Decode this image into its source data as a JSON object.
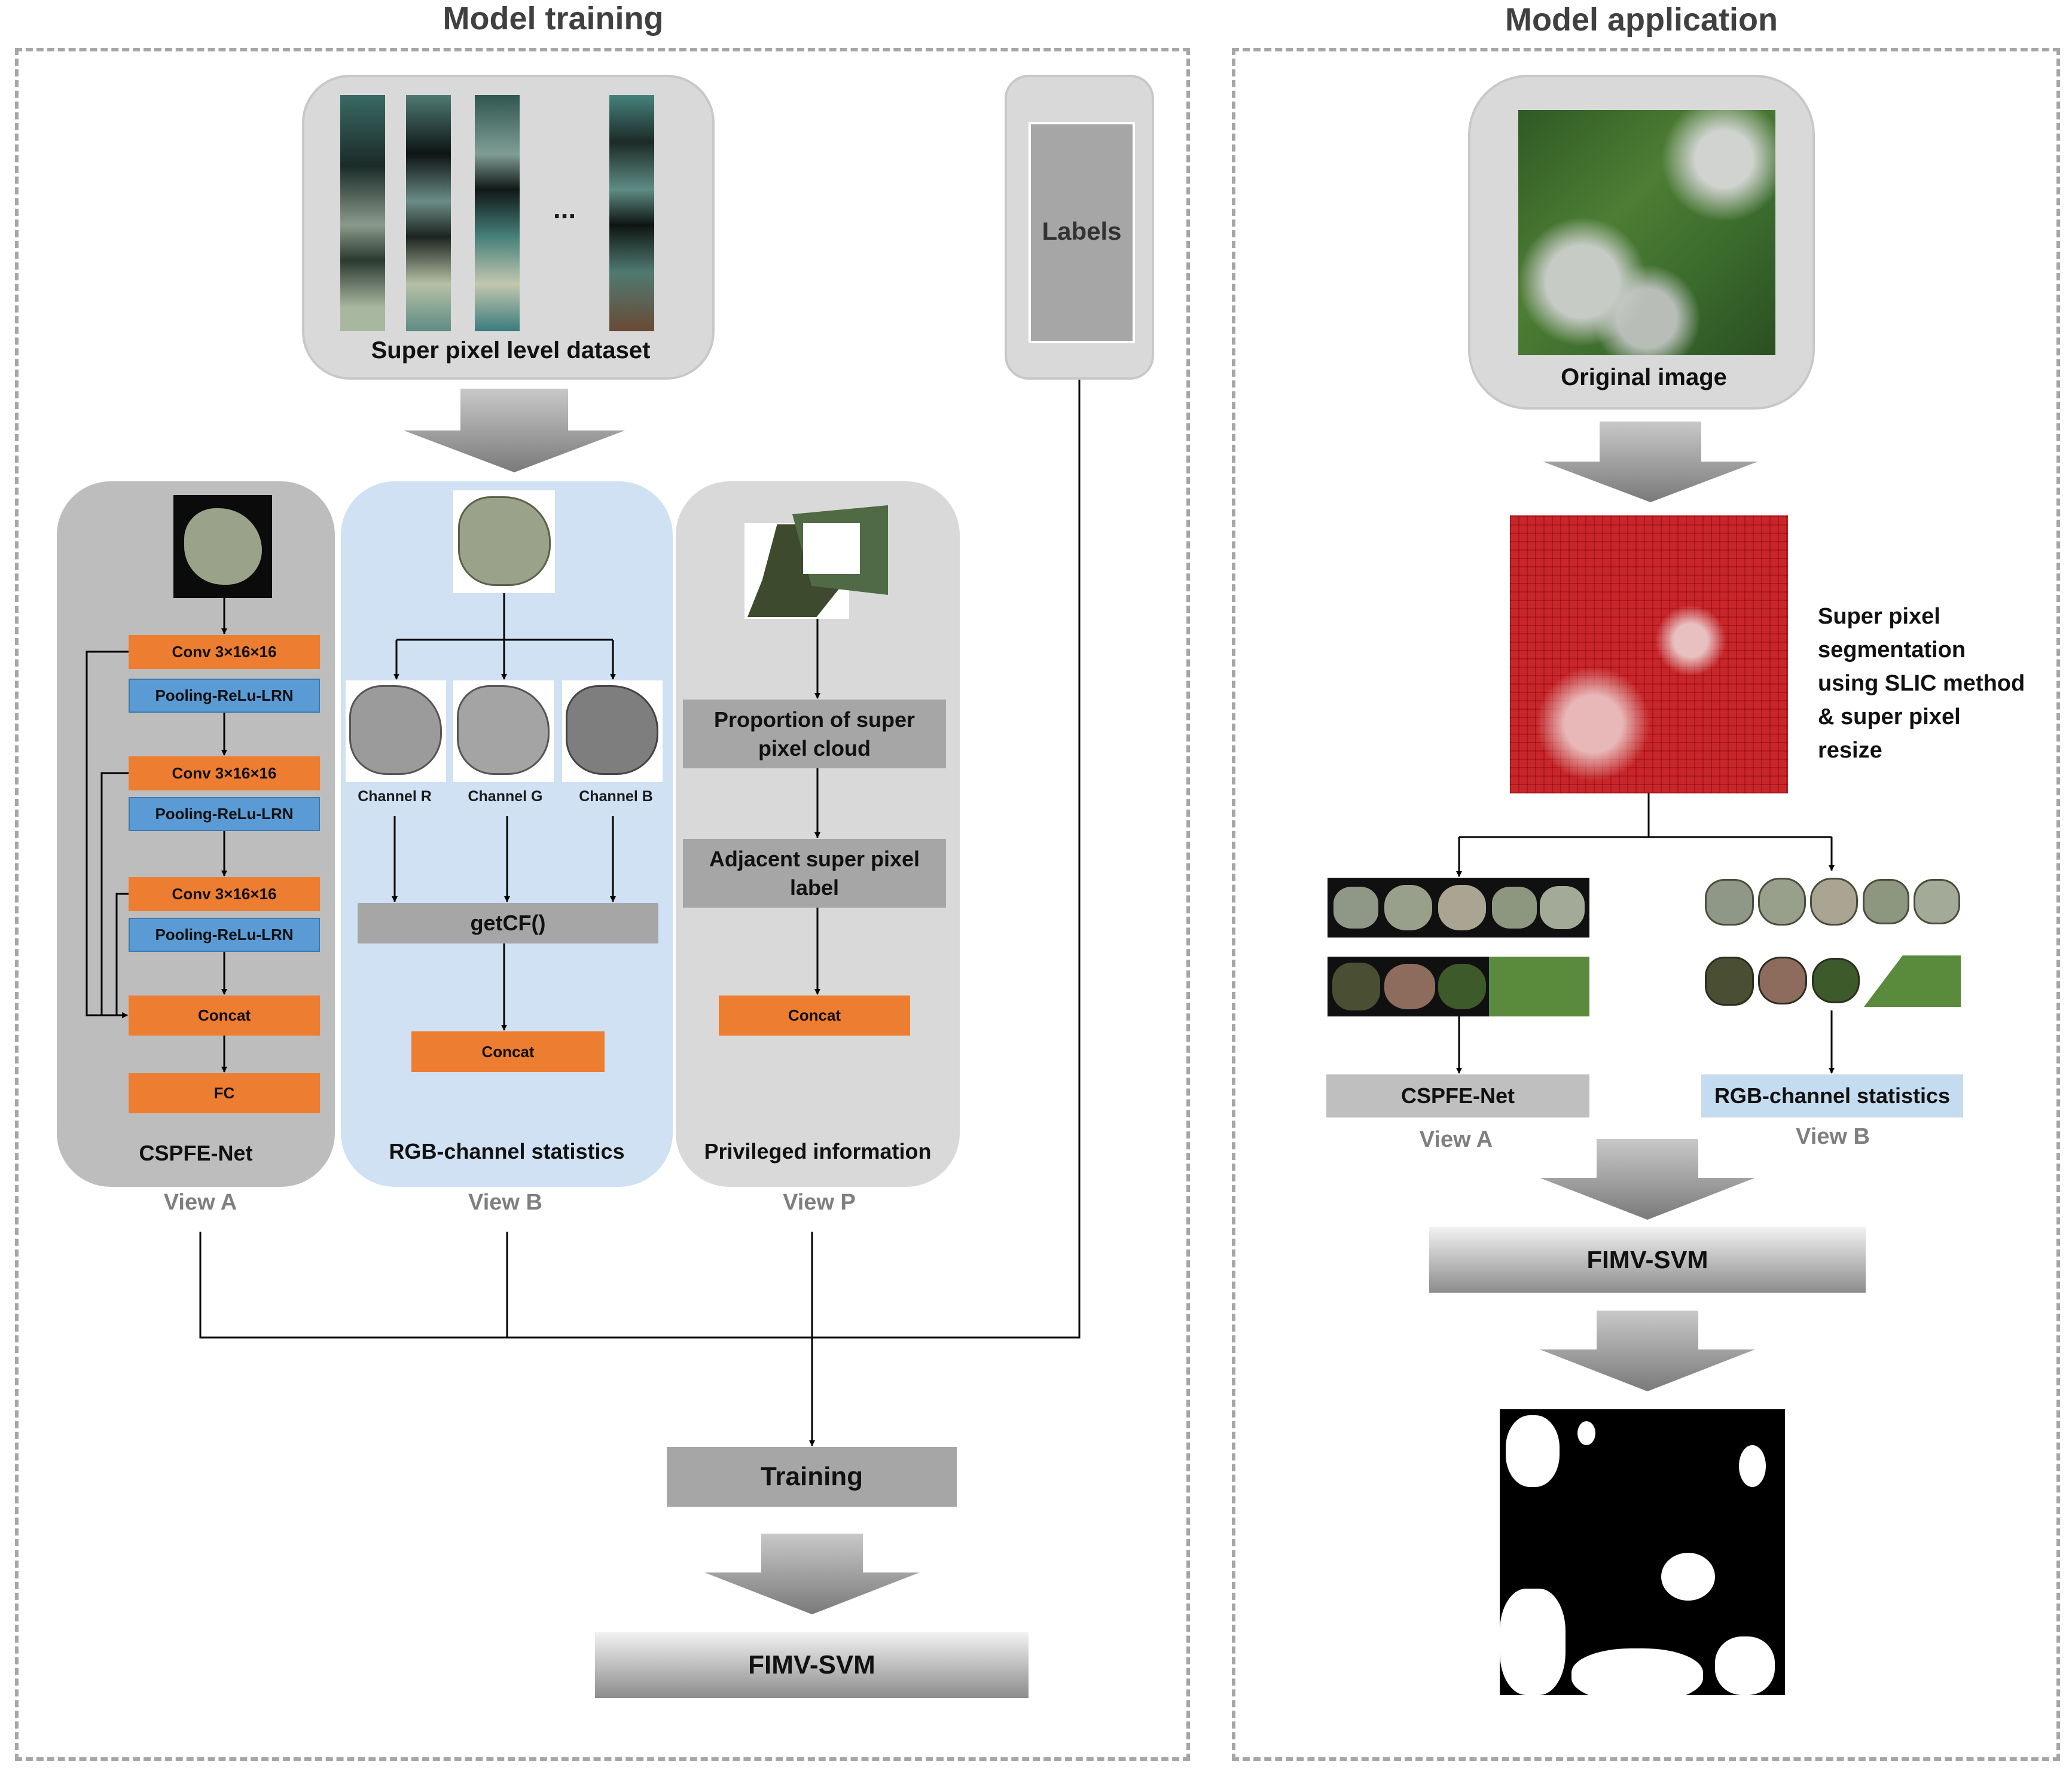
{
  "training": {
    "title": "Model training",
    "dataset_label": "Super pixel level dataset",
    "ellipsis": "...",
    "labels": "Labels",
    "view_a": {
      "conv1": "Conv 3×16×16",
      "pool1": "Pooling-ReLu-LRN",
      "conv2": "Conv 3×16×16",
      "pool2": "Pooling-ReLu-LRN",
      "conv3": "Conv 3×16×16",
      "pool3": "Pooling-ReLu-LRN",
      "concat": "Concat",
      "fc": "FC",
      "name": "CSPFE-Net",
      "view": "View A"
    },
    "view_b": {
      "channels": [
        "Channel R",
        "Channel G",
        "Channel B"
      ],
      "getcf": "getCF()",
      "concat": "Concat",
      "name": "RGB-channel statistics",
      "view": "View B"
    },
    "view_p": {
      "cloud": "Proportion of super pixel cloud",
      "adjacent": "Adjacent super pixel label",
      "concat": "Concat",
      "name": "Privileged information",
      "view": "View P"
    },
    "training_box": "Training",
    "fimv": "FIMV-SVM"
  },
  "application": {
    "title": "Model application",
    "original": "Original image",
    "segmentation": [
      "Super pixel",
      "segmentation",
      "using SLIC method",
      "& super pixel",
      "resize"
    ],
    "cspfe": "CSPFE-Net",
    "view_a": "View A",
    "rgb": "RGB-channel statistics",
    "view_b": "View B",
    "fimv": "FIMV-SVM"
  },
  "colors": {
    "orange": "#ed7d31",
    "blue": "#5b9bd5",
    "light_blue": "#cfe1f2",
    "grey": "#a6a6a6"
  }
}
